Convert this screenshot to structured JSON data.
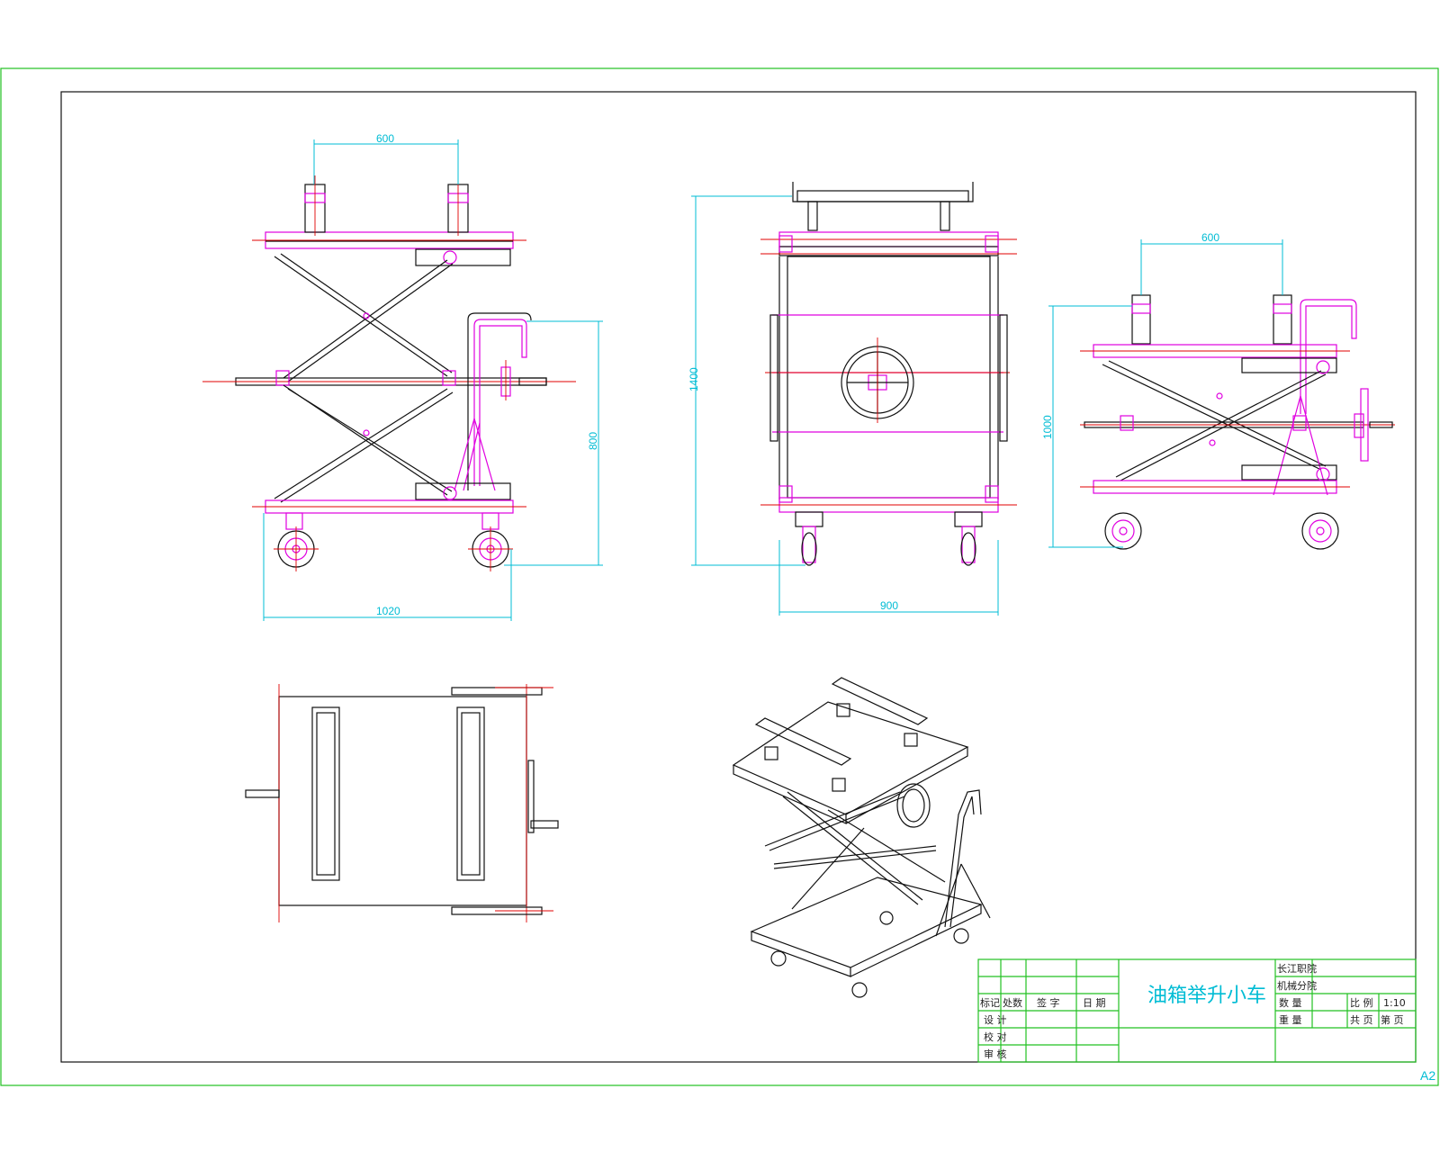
{
  "drawing": {
    "title": "油箱举升小车",
    "sheet_size": "A2",
    "colors": {
      "outline": "#111111",
      "hidden_parts": "#e000e0",
      "center_lines": "#e00000",
      "dimensions": "#00bcd4",
      "frame": "#22c022"
    }
  },
  "dimensions": {
    "side_top_width": "600",
    "side_height": "800",
    "side_length": "1020",
    "front_height": "1400",
    "front_width": "900",
    "right_top_width": "600",
    "right_height": "1000"
  },
  "title_block": {
    "cells": [
      "标记",
      "处数",
      "签 字",
      "日 期",
      "设 计",
      "校 对",
      "审 核"
    ],
    "right_cells": [
      "长江职院",
      "机械分院",
      "数 量",
      "重 量",
      "比 例",
      "1:10",
      "共 页",
      "第 页"
    ]
  }
}
